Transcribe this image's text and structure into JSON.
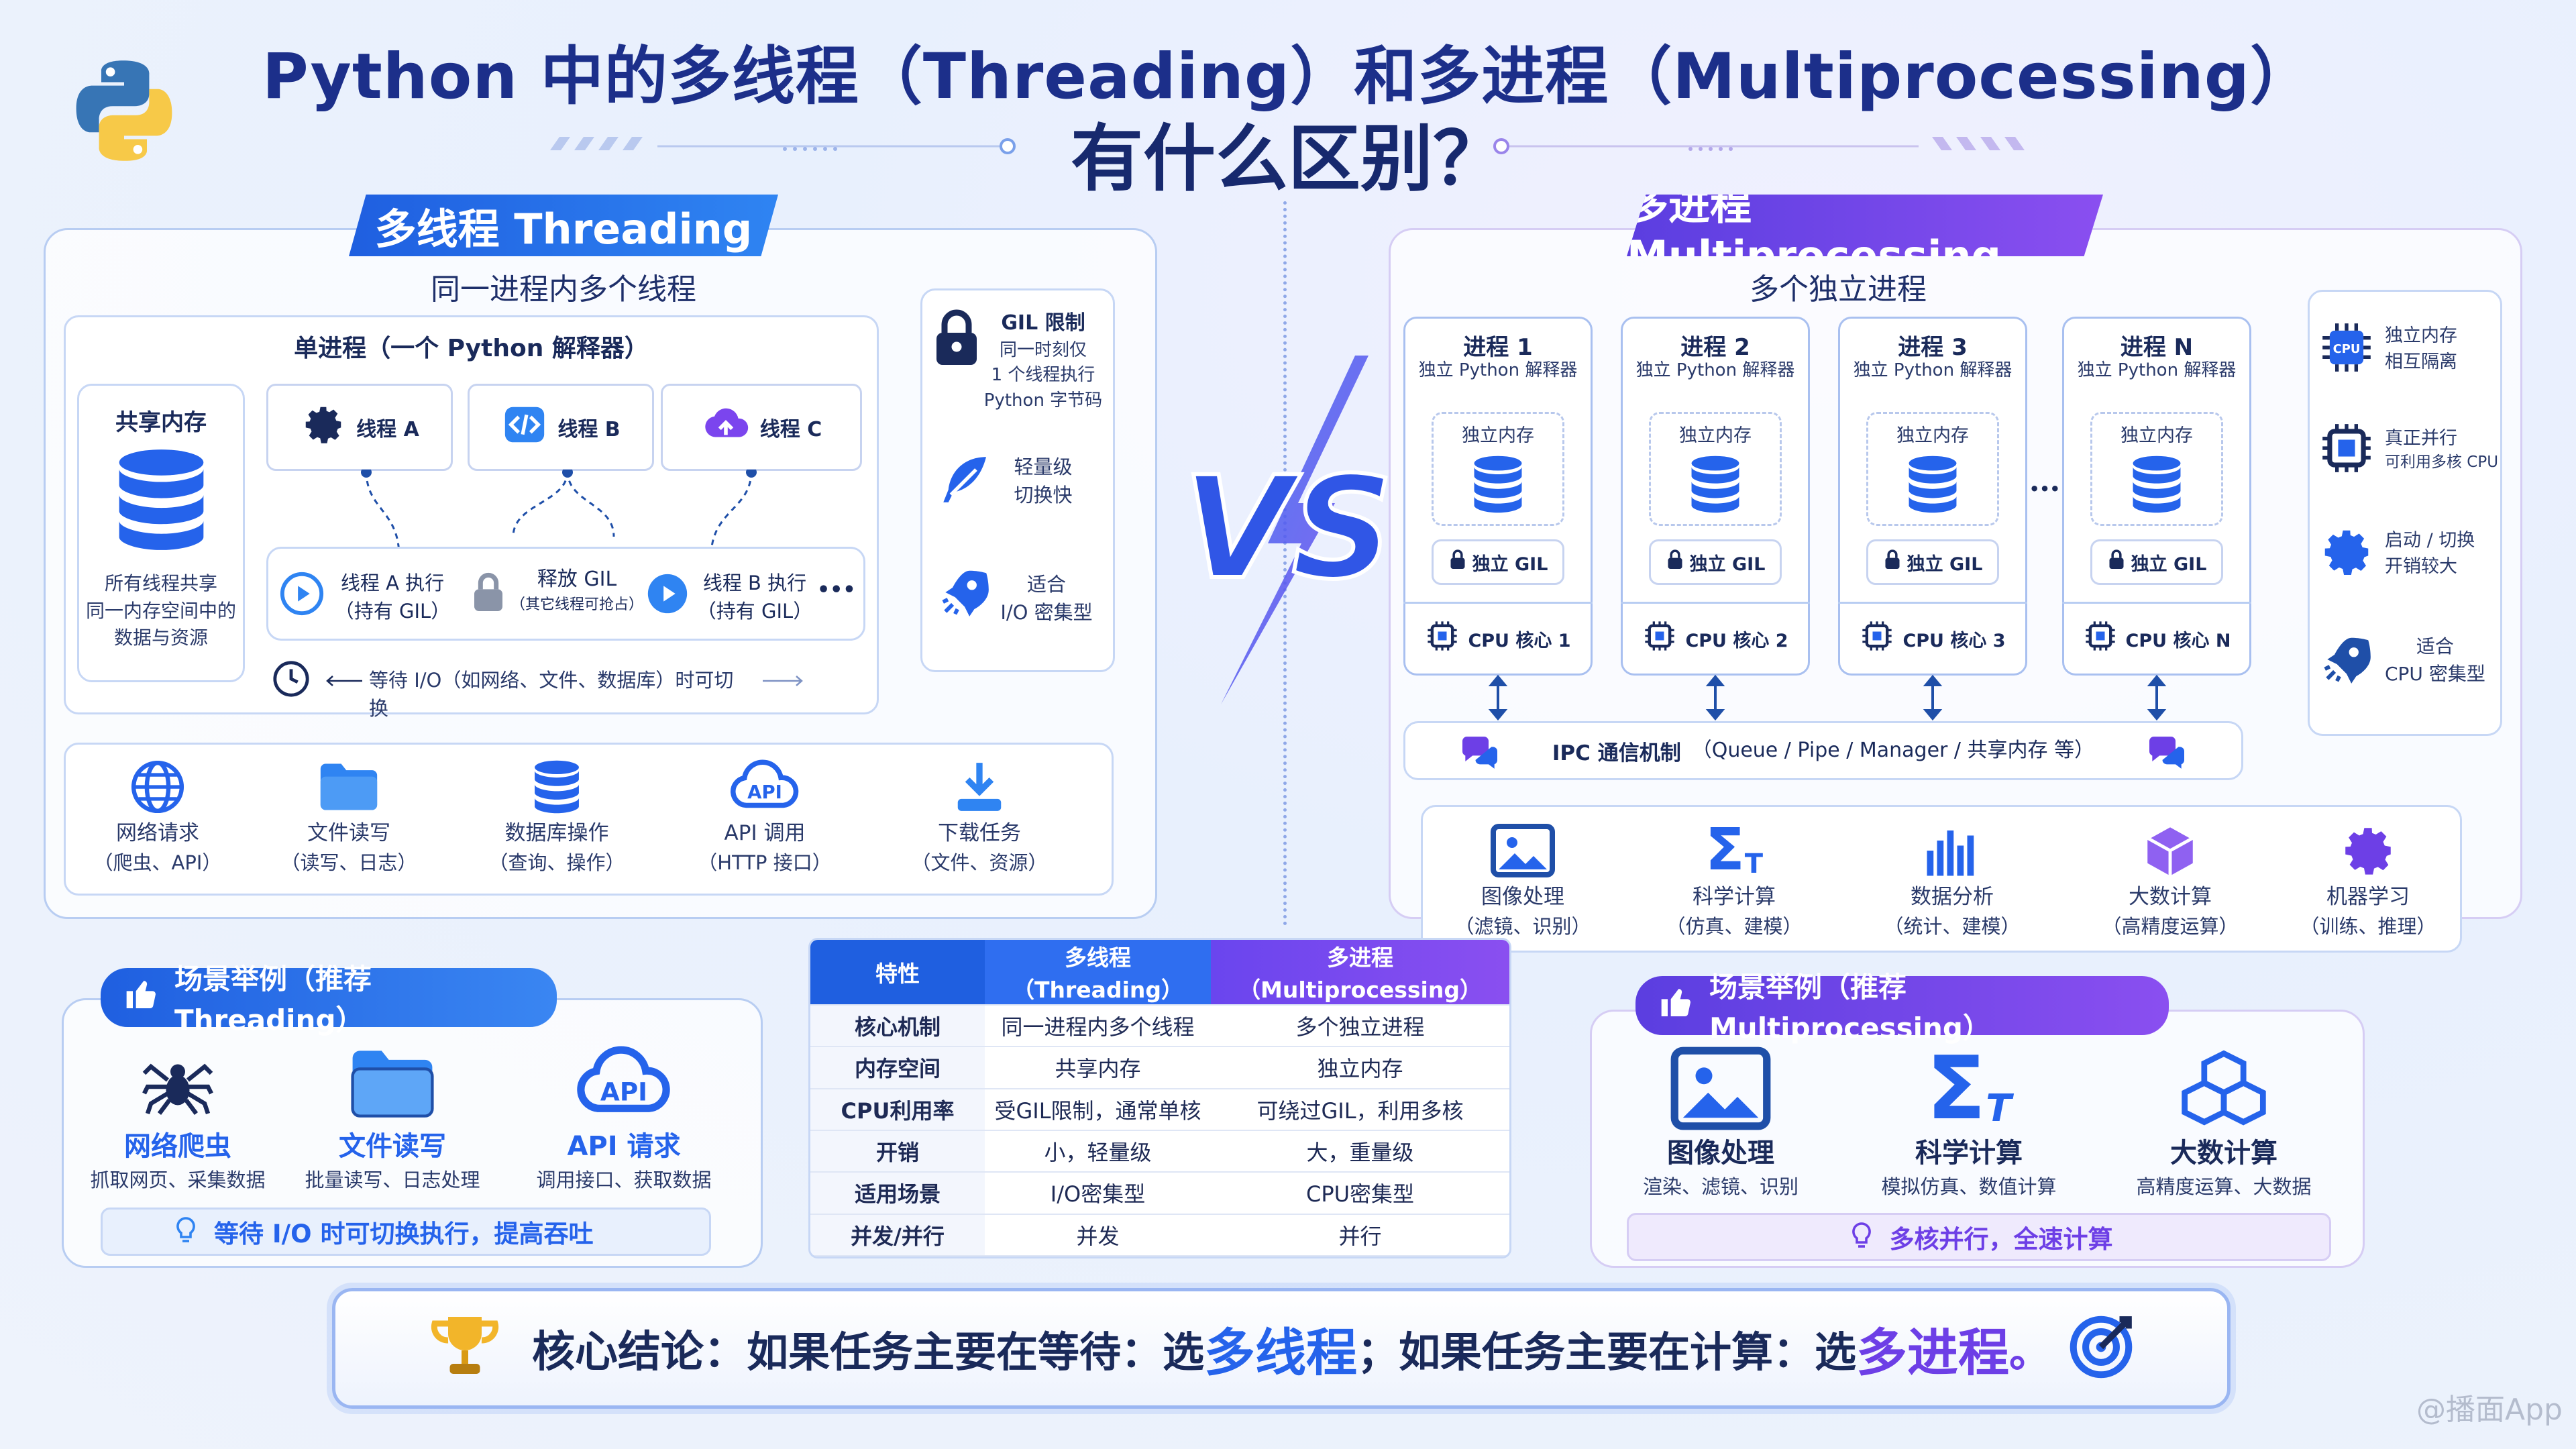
{
  "header": {
    "title_line1": "Python 中的多线程（Threading）和多进程（Multiprocessing）",
    "title_line2": "有什么区别？"
  },
  "threading": {
    "ribbon": "多线程 Threading",
    "subtitle": "同一进程内多个线程",
    "single_process": "单进程（一个 Python 解释器）",
    "shared_memory": {
      "title": "共享内存",
      "desc_l1": "所有线程共享",
      "desc_l2": "同一内存空间中的",
      "desc_l3": "数据与资源"
    },
    "threads": [
      "线程 A",
      "线程 B",
      "线程 C"
    ],
    "timeline": {
      "a_exec": "线程 A 执行",
      "a_gil": "（持有 GIL）",
      "release": "释放 GIL",
      "release_note": "（其它线程可抢占）",
      "b_exec": "线程 B 执行",
      "b_gil": "（持有 GIL）",
      "more": "•••",
      "wait": "等待 I/O（如网络、文件、数据库）时可切换"
    },
    "side": [
      {
        "title": "GIL 限制",
        "l1": "同一时刻仅",
        "l2": "1 个线程执行",
        "l3": "Python 字节码"
      },
      {
        "title": "轻量级",
        "l1": "切换快"
      },
      {
        "title": "适合",
        "l1": "I/O 密集型"
      }
    ],
    "tasks": [
      {
        "name": "网络请求",
        "note": "（爬虫、API）"
      },
      {
        "name": "文件读写",
        "note": "（读写、日志）"
      },
      {
        "name": "数据库操作",
        "note": "（查询、操作）"
      },
      {
        "name": "API 调用",
        "note": "（HTTP 接口）"
      },
      {
        "name": "下载任务",
        "note": "（文件、资源）"
      }
    ],
    "api_icon_text": "API"
  },
  "vs": "VS",
  "multiprocessing": {
    "ribbon": "多进程 Multiprocessing",
    "subtitle": "多个独立进程",
    "processes": [
      {
        "name": "进程 1",
        "interp": "独立 Python 解释器",
        "mem": "独立内存",
        "gil": "独立 GIL",
        "core": "CPU 核心 1"
      },
      {
        "name": "进程 2",
        "interp": "独立 Python 解释器",
        "mem": "独立内存",
        "gil": "独立 GIL",
        "core": "CPU 核心 2"
      },
      {
        "name": "进程 3",
        "interp": "独立 Python 解释器",
        "mem": "独立内存",
        "gil": "独立 GIL",
        "core": "CPU 核心 3"
      },
      {
        "name": "进程 N",
        "interp": "独立 Python 解释器",
        "mem": "独立内存",
        "gil": "独立 GIL",
        "core": "CPU 核心 N"
      }
    ],
    "ellipsis": "•••",
    "ipc": "IPC 通信机制",
    "ipc_note": "（Queue / Pipe / Manager / 共享内存 等）",
    "side": [
      {
        "title": "独立内存",
        "l1": "相互隔离"
      },
      {
        "title": "真正并行",
        "l1": "可利用多核 CPU"
      },
      {
        "title": "启动 / 切换",
        "l1": "开销较大"
      },
      {
        "title": "适合",
        "l1": "CPU 密集型"
      }
    ],
    "cpu_icon_text": "CPU",
    "tasks": [
      {
        "name": "图像处理",
        "note": "（滤镜、识别）"
      },
      {
        "name": "科学计算",
        "note": "（仿真、建模）"
      },
      {
        "name": "数据分析",
        "note": "（统计、建模）"
      },
      {
        "name": "大数计算",
        "note": "（高精度运算）"
      },
      {
        "name": "机器学习",
        "note": "（训练、推理）"
      }
    ]
  },
  "table": {
    "headers": [
      "特性",
      "多线程（Threading）",
      "多进程（Multiprocessing）"
    ],
    "rows": [
      [
        "核心机制",
        "同一进程内多个线程",
        "多个独立进程"
      ],
      [
        "内存空间",
        "共享内存",
        "独立内存"
      ],
      [
        "CPU利用率",
        "受GIL限制，通常单核",
        "可绕过GIL，利用多核"
      ],
      [
        "开销",
        "小，轻量级",
        "大，重量级"
      ],
      [
        "适用场景",
        "I/O密集型",
        "CPU密集型"
      ],
      [
        "并发/并行",
        "并发",
        "并行"
      ]
    ]
  },
  "scene_thread": {
    "title": "场景举例（推荐 Threading）",
    "items": [
      {
        "name": "网络爬虫",
        "desc": "抓取网页、采集数据"
      },
      {
        "name": "文件读写",
        "desc": "批量读写、日志处理"
      },
      {
        "name": "API 请求",
        "desc": "调用接口、获取数据"
      }
    ],
    "tip": "等待 I/O 时可切换执行，提高吞吐"
  },
  "scene_process": {
    "title": "场景举例（推荐 Multiprocessing）",
    "items": [
      {
        "name": "图像处理",
        "desc": "渲染、滤镜、识别"
      },
      {
        "name": "科学计算",
        "desc": "模拟仿真、数值计算"
      },
      {
        "name": "大数计算",
        "desc": "高精度运算、大数据"
      }
    ],
    "tip": "多核并行，全速计算"
  },
  "conclusion": {
    "prefix": "核心结论：",
    "p1": "如果任务主要在等待：选",
    "h1": "多线程",
    "p2": "；如果任务主要在计算：选",
    "h2": "多进程",
    "p3": "。"
  },
  "watermark": "@播面App",
  "colors": {
    "thread_blue": "#2563eb",
    "process_purple": "#6d3fe6",
    "title_navy": "#1c2f8a"
  }
}
